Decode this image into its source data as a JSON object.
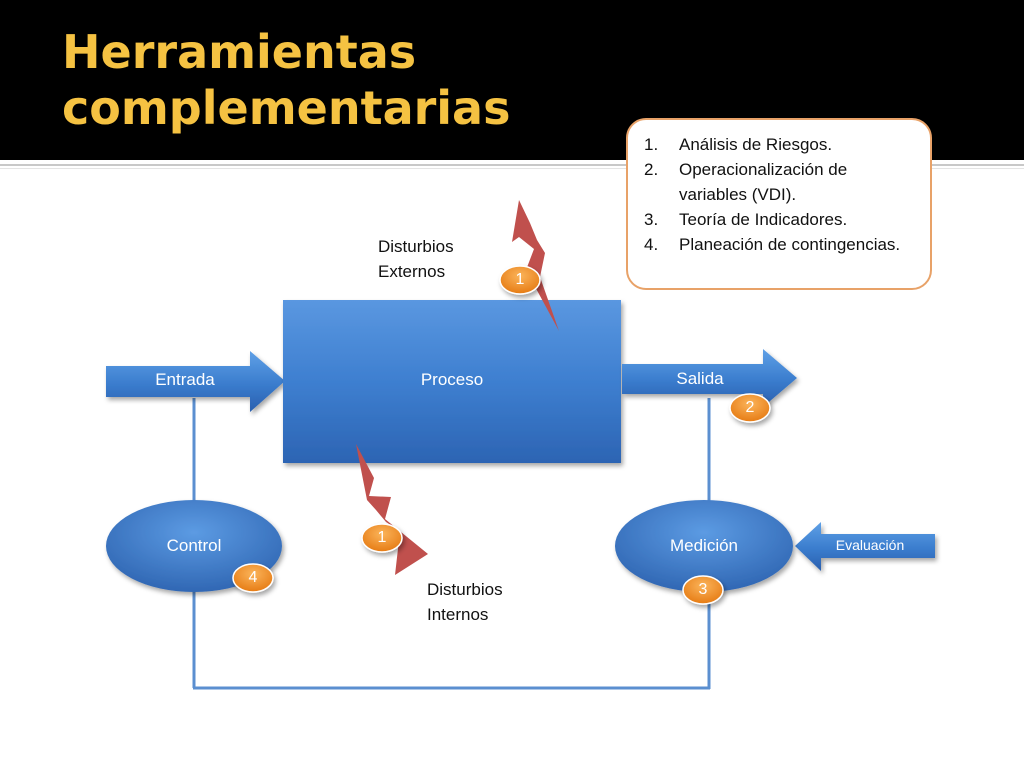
{
  "slide": {
    "title_lines": [
      "Herramientas",
      "complementarias"
    ]
  },
  "callout": {
    "items": [
      {
        "number": "1.",
        "text": "Análisis de Riesgos."
      },
      {
        "number": "2.",
        "text": "Operacionalización de variables (VDI)."
      },
      {
        "number": "3.",
        "text": "Teoría de Indicadores."
      },
      {
        "number": "4.",
        "text": "Planeación de contingencias."
      }
    ]
  },
  "diagram": {
    "input_label": "Entrada",
    "process_label": "Proceso",
    "output_label": "Salida",
    "control_label": "Control",
    "measurement_label": "Medición",
    "evaluation_label": "Evaluación",
    "external_disturbances": [
      "Disturbios",
      "Externos"
    ],
    "internal_disturbances": [
      "Disturbios",
      "Internos"
    ],
    "badges": {
      "external": "1",
      "internal": "1",
      "output": "2",
      "measurement": "3",
      "control": "4"
    },
    "colors": {
      "shape_blue": "#3f7fd0",
      "badge_orange": "#f08a1e",
      "lightning_red": "#c0504d",
      "connector_blue": "#5b8fd0"
    }
  }
}
